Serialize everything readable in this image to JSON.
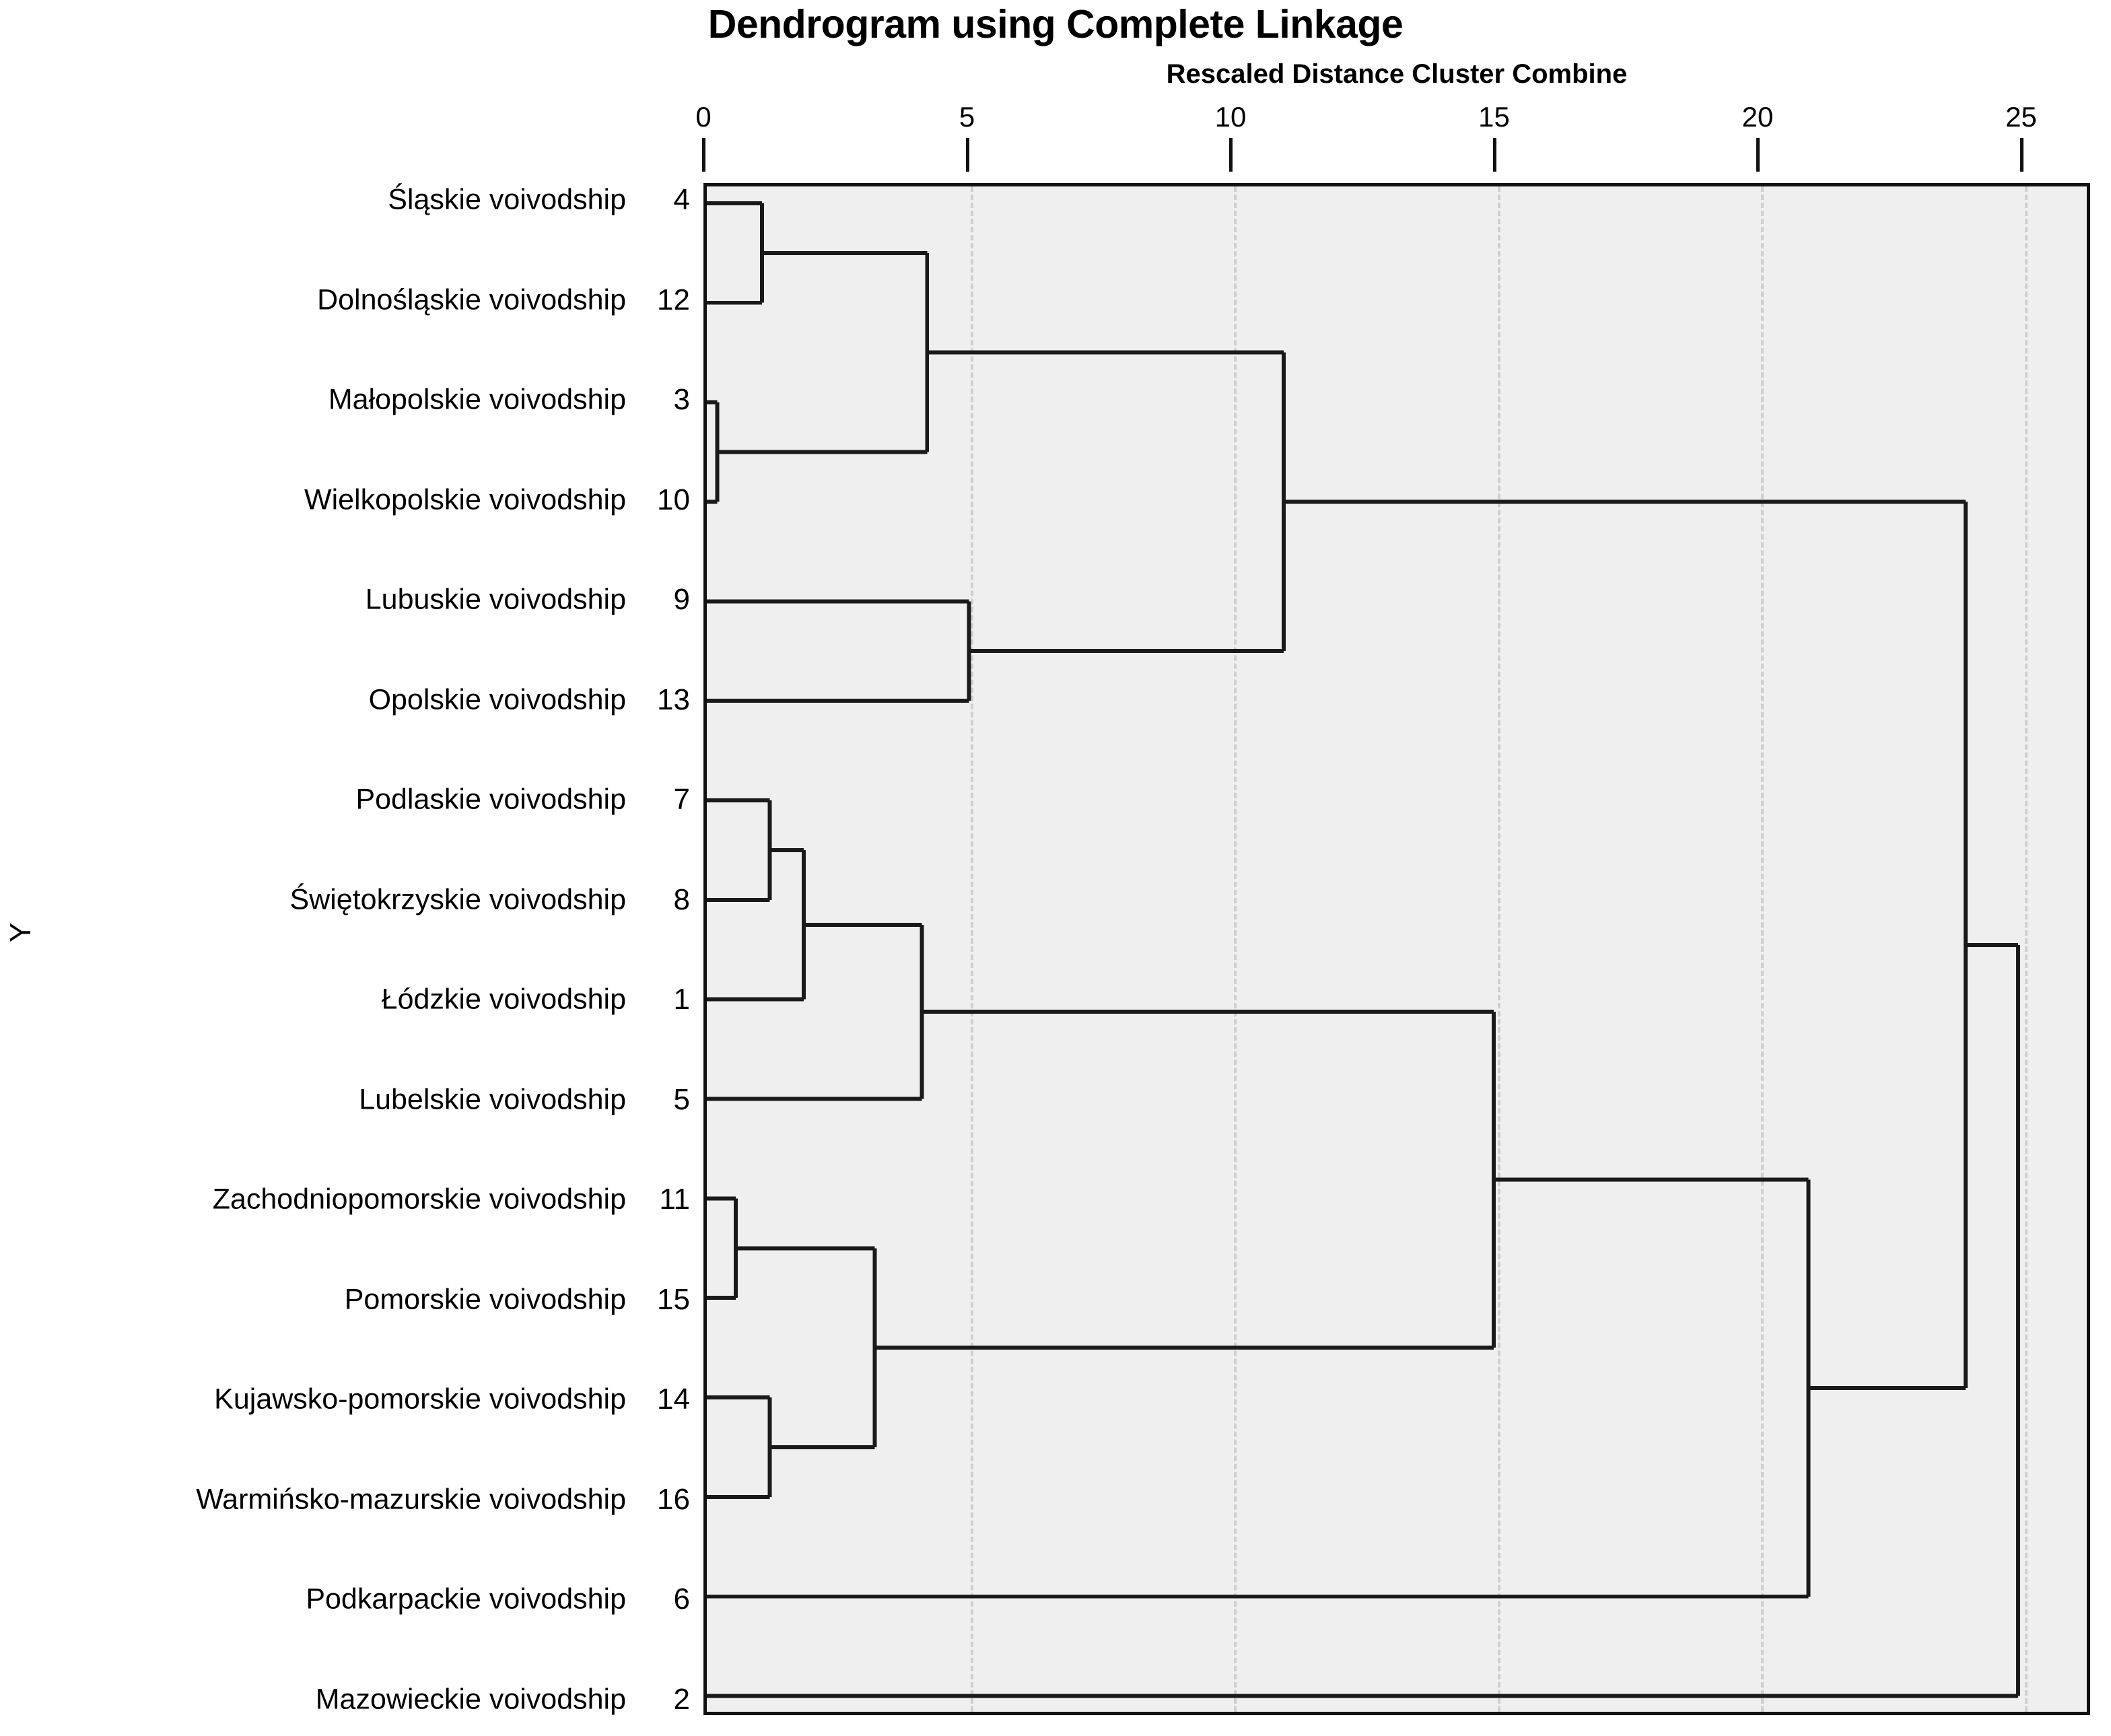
{
  "chart_data": {
    "type": "dendrogram",
    "title": "Dendrogram using Complete Linkage",
    "subtitle": "Rescaled Distance Cluster Combine",
    "xlabel": "Rescaled Distance Cluster Combine",
    "ylabel": "Y",
    "xlim": [
      0,
      26.3
    ],
    "xticks": [
      0,
      5,
      10,
      15,
      20,
      25
    ],
    "xticklabels": [
      "0",
      "5",
      "10",
      "15",
      "20",
      "25"
    ],
    "grid": "vertical-dashed",
    "legend": "none",
    "plot_background": "#efefef",
    "line_color": "#1a1a1a",
    "leaves": [
      {
        "label": "Śląskie voivodship",
        "num": "4",
        "row": 0
      },
      {
        "label": "Dolnośląskie voivodship",
        "num": "12",
        "row": 1
      },
      {
        "label": "Małopolskie voivodship",
        "num": "3",
        "row": 2
      },
      {
        "label": "Wielkopolskie voivodship",
        "num": "10",
        "row": 3
      },
      {
        "label": "Lubuskie voivodship",
        "num": "9",
        "row": 4
      },
      {
        "label": "Opolskie voivodship",
        "num": "13",
        "row": 5
      },
      {
        "label": "Podlaskie voivodship",
        "num": "7",
        "row": 6
      },
      {
        "label": "Świętokrzyskie voivodship",
        "num": "8",
        "row": 7
      },
      {
        "label": "Łódzkie voivodship",
        "num": "1",
        "row": 8
      },
      {
        "label": "Lubelskie voivodship",
        "num": "5",
        "row": 9
      },
      {
        "label": "Zachodniopomorskie voivodship",
        "num": "11",
        "row": 10
      },
      {
        "label": "Pomorskie voivodship",
        "num": "15",
        "row": 11
      },
      {
        "label": "Kujawsko-pomorskie voivodship",
        "num": "14",
        "row": 12
      },
      {
        "label": "Warmińsko-mazurskie voivodship",
        "num": "16",
        "row": 13
      },
      {
        "label": "Podkarpackie voivodship",
        "num": "6",
        "row": 14
      },
      {
        "label": "Mazowieckie voivodship",
        "num": "2",
        "row": 15
      }
    ],
    "merges": [
      {
        "id": "m1",
        "left": "leaf:0",
        "right": "leaf:1",
        "distance": 1.05
      },
      {
        "id": "m2",
        "left": "leaf:2",
        "right": "leaf:3",
        "distance": 0.2
      },
      {
        "id": "m3",
        "left": "m1",
        "right": "m2",
        "distance": 4.2
      },
      {
        "id": "m4",
        "left": "leaf:4",
        "right": "leaf:5",
        "distance": 5.0
      },
      {
        "id": "m5",
        "left": "m3",
        "right": "m4",
        "distance": 11.0
      },
      {
        "id": "m6",
        "left": "leaf:6",
        "right": "leaf:7",
        "distance": 1.2
      },
      {
        "id": "m7",
        "left": "m6",
        "right": "leaf:8",
        "distance": 1.85
      },
      {
        "id": "m8",
        "left": "m7",
        "right": "leaf:9",
        "distance": 4.1
      },
      {
        "id": "m9",
        "left": "leaf:10",
        "right": "leaf:11",
        "distance": 0.55
      },
      {
        "id": "m10",
        "left": "leaf:12",
        "right": "leaf:13",
        "distance": 1.2
      },
      {
        "id": "m11",
        "left": "m9",
        "right": "m10",
        "distance": 3.2
      },
      {
        "id": "m12",
        "left": "m8",
        "right": "m11",
        "distance": 15.0
      },
      {
        "id": "m13",
        "left": "m12",
        "right": "leaf:14",
        "distance": 21.0
      },
      {
        "id": "m14",
        "left": "m5",
        "right": "m13",
        "distance": 24.0
      },
      {
        "id": "m15",
        "left": "m14",
        "right": "leaf:15",
        "distance": 25.0
      }
    ]
  }
}
